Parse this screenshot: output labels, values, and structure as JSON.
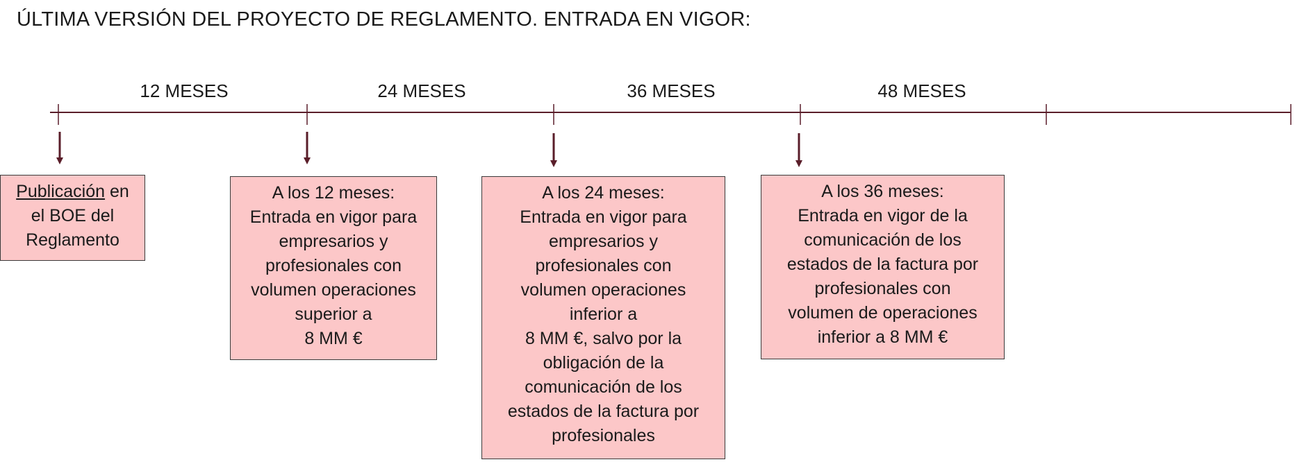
{
  "title": "ÚLTIMA VERSIÓN DEL PROYECTO DE REGLAMENTO. ENTRADA EN VIGOR:",
  "periods": [
    {
      "label": "12 MESES"
    },
    {
      "label": "24 MESES"
    },
    {
      "label": "36 MESES"
    },
    {
      "label": "48 MESES"
    }
  ],
  "colors": {
    "axis": "#5a1e2a",
    "box_fill": "#fcc7c8",
    "box_border": "#3a3a3a"
  },
  "boxes": [
    {
      "underlined": "Publicación",
      "rest": " en",
      "lines": [
        "el BOE del",
        "Reglamento"
      ]
    },
    {
      "lines": [
        "A los 12 meses:",
        "Entrada en vigor para",
        "empresarios y",
        "profesionales con",
        "volumen operaciones",
        "superior a",
        "8 MM €"
      ]
    },
    {
      "lines": [
        "A los 24 meses:",
        "Entrada en vigor para",
        "empresarios y",
        "profesionales con",
        "volumen operaciones",
        "inferior a",
        "8 MM €, salvo por la",
        "obligación de la",
        "comunicación de los",
        "estados de la factura por",
        "profesionales"
      ]
    },
    {
      "lines": [
        "A los 36 meses:",
        "Entrada en vigor de la",
        "comunicación de los",
        "estados de la factura por",
        "profesionales con",
        "volumen de operaciones",
        "inferior a 8 MM €"
      ]
    }
  ]
}
